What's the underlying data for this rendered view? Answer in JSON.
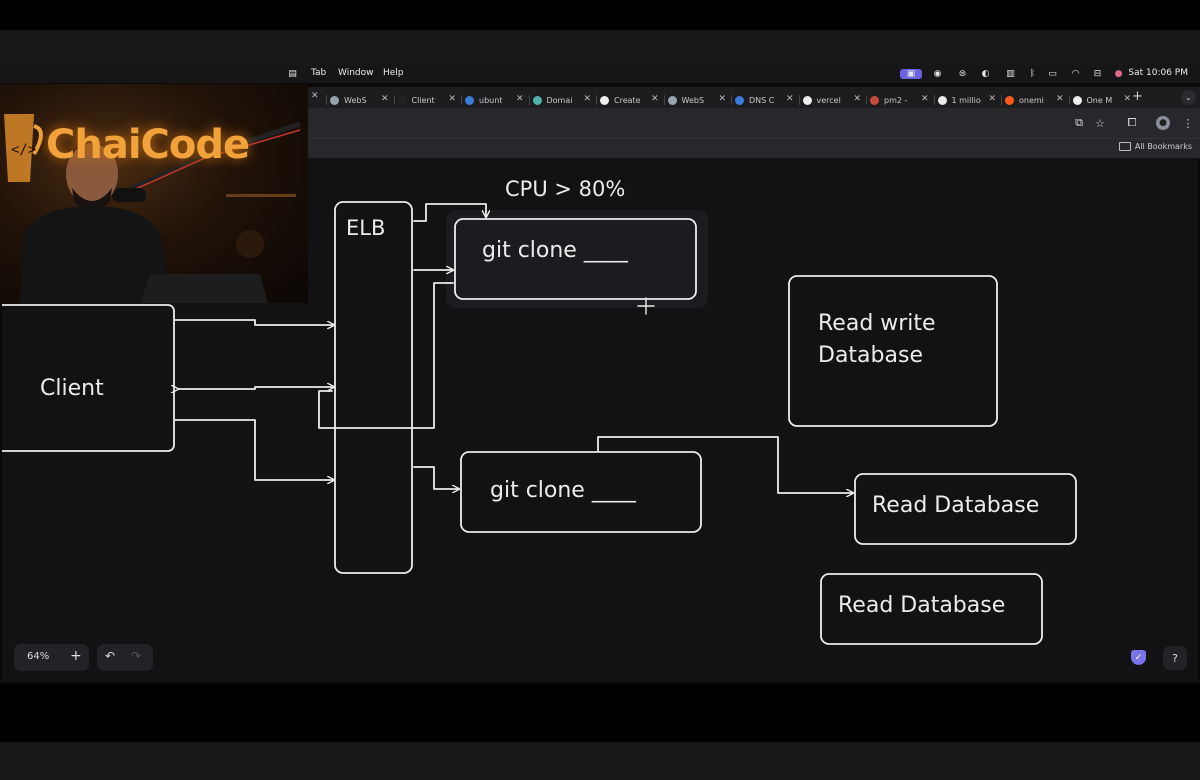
{
  "menubar": {
    "items": [
      "Tab",
      "Window",
      "Help"
    ],
    "clock": "Sat 10:06 PM"
  },
  "browser": {
    "tabs": [
      {
        "label": "WebS",
        "icon": "globe-icon"
      },
      {
        "label": "Client",
        "icon": "github-icon"
      },
      {
        "label": "ubunt",
        "icon": "loading-icon"
      },
      {
        "label": "Domai",
        "icon": "domain-icon"
      },
      {
        "label": "Create",
        "icon": "vercel-icon"
      },
      {
        "label": "WebS",
        "icon": "globe-icon"
      },
      {
        "label": "DNS C",
        "icon": "dns-icon"
      },
      {
        "label": "vercel",
        "icon": "vercel-icon"
      },
      {
        "label": "pm2 -",
        "icon": "npm-icon"
      },
      {
        "label": "1 millio",
        "icon": "google-icon"
      },
      {
        "label": "onemi",
        "icon": "reddit-icon"
      },
      {
        "label": "One M",
        "icon": "check-icon"
      }
    ],
    "bookmarks_label": "All Bookmarks"
  },
  "webcam": {
    "brand_text": "ChaiCode"
  },
  "diagram": {
    "cpu_label": "CPU > 80%",
    "elb_label": "ELB",
    "client_label": "Client",
    "server_top_label": "git clone ____",
    "server_bottom_label": "git clone ____",
    "rw_db_line1": "Read write",
    "rw_db_line2": "Database",
    "read_db_1": "Read Database",
    "read_db_2": "Read Database"
  },
  "canvas_controls": {
    "zoom": "64%",
    "zoom_in": "+",
    "undo": "↶",
    "redo": "↷",
    "help": "?"
  },
  "colors": {
    "canvas_bg": "#121214",
    "stroke": "#ececec",
    "accent_purple": "#7b74e8"
  }
}
